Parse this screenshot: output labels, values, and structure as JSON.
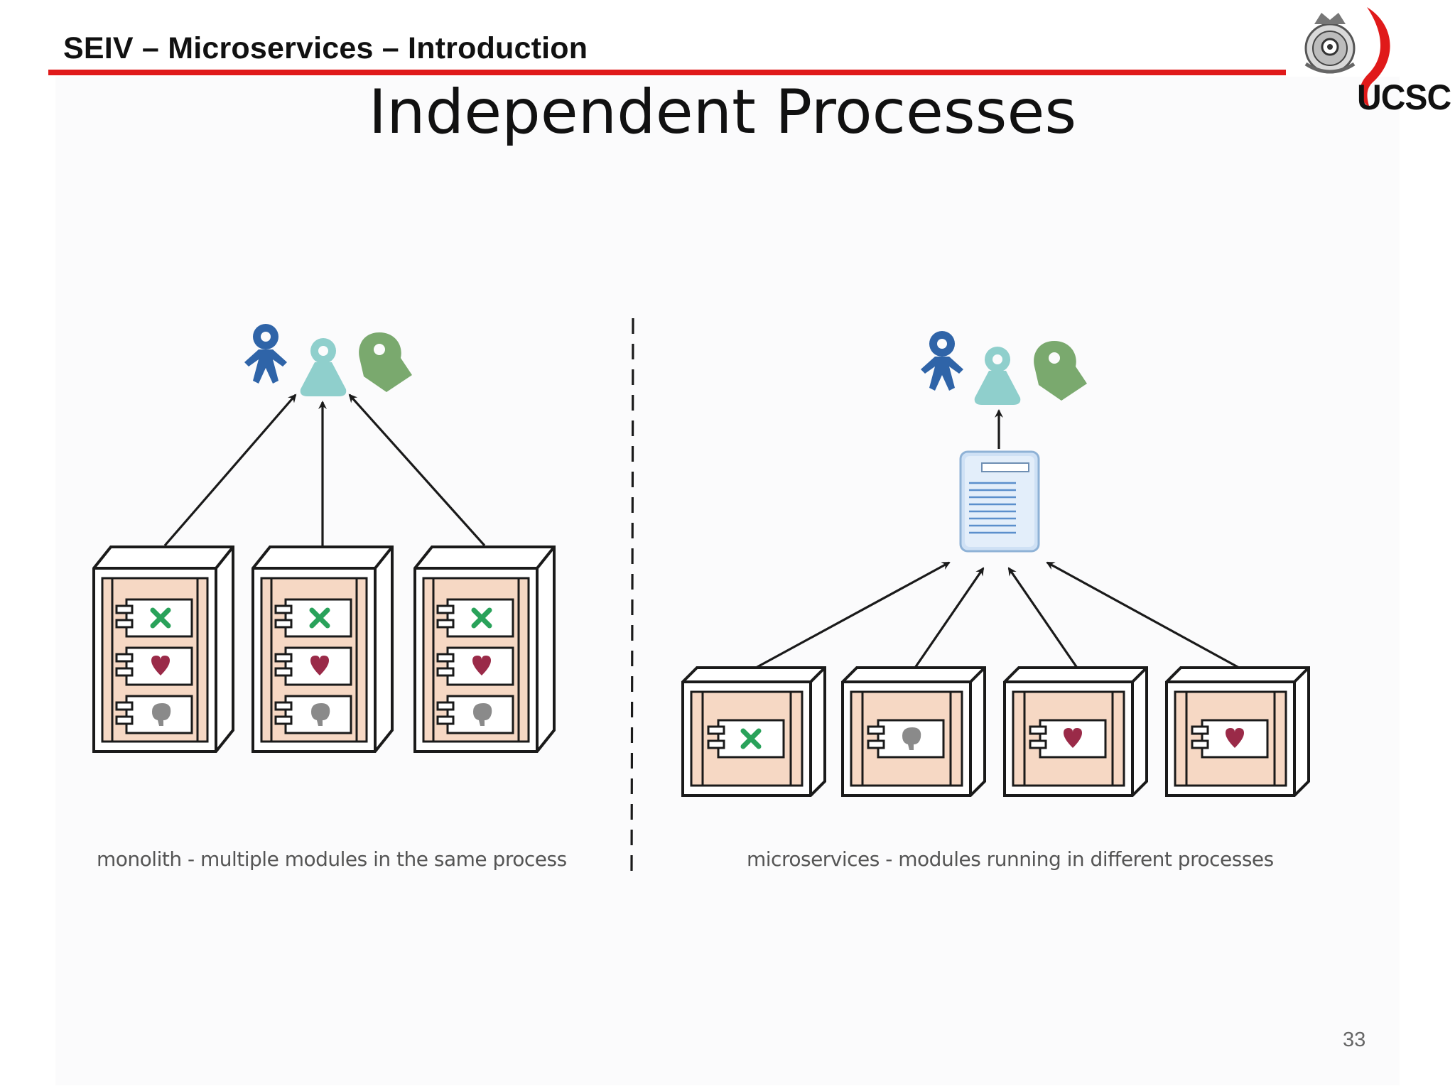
{
  "header": {
    "course_title": "SEIV – Microservices – Introduction",
    "logo_text": "UCSC",
    "accent_color": "#e01a1a"
  },
  "slide": {
    "title": "Independent Processes",
    "page_number": "33"
  },
  "diagram": {
    "monolith_caption": "monolith - multiple modules in the same process",
    "microservices_caption": "microservices - modules running in different processes",
    "users": [
      "dark-blue-user-icon",
      "teal-user-icon",
      "green-user-icon"
    ],
    "monolith_process_modules": [
      "green-x-module",
      "red-heart-module",
      "grey-blob-module"
    ],
    "microservice_modules": [
      "green-x-module",
      "grey-blob-module",
      "red-heart-module",
      "red-heart-module"
    ],
    "colors": {
      "user_dark_blue": "#2f64a8",
      "user_teal": "#8fcfcc",
      "user_green": "#7aa96e",
      "box_fill": "#f6d8c4",
      "icon_green": "#29a25a",
      "icon_red": "#9a2a48",
      "icon_grey": "#8a8a8a",
      "gateway_blue": "#cfe1f5"
    }
  }
}
